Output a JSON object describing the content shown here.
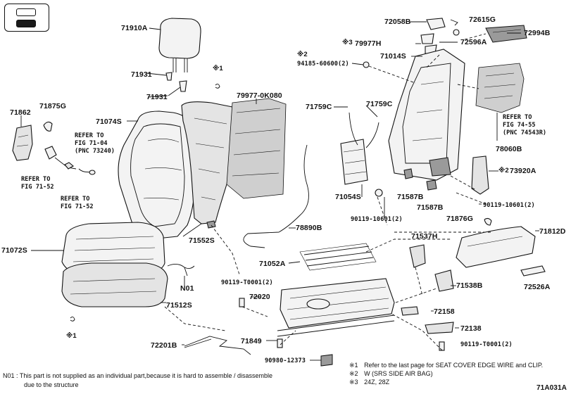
{
  "diagram_code": "71A031A",
  "labels": {
    "p71910A": "71910A",
    "p71931a": "71931",
    "p71931b": "71931",
    "mark1_top": "※1",
    "p71875G": "71875G",
    "p71862": "71862",
    "p71074S": "71074S",
    "p79977_0K080": "79977-0K080",
    "p71552S": "71552S",
    "p71072S": "71072S",
    "pN01": "N01",
    "p71512S": "71512S",
    "mark1_bottom": "※1",
    "p72201B": "72201B",
    "p72058B": "72058B",
    "p72615G": "72615G",
    "p72994B": "72994B",
    "mark3_79977H": "※3",
    "p79977H": "79977H",
    "p72596A": "72596A",
    "mark2_94185": "※2",
    "p94185_60600": "94185-60600(2)",
    "p71014S": "71014S",
    "p71759C_a": "71759C",
    "p71759C_b": "71759C",
    "p78060B": "78060B",
    "mark2_73920A": "※2",
    "p73920A": "73920A",
    "p71054S": "71054S",
    "p71587B_a": "71587B",
    "p71587B_b": "71587B",
    "p90119_10601_a": "90119-10601(2)",
    "p90119_10601_b": "90119-10601(2)",
    "p71876G": "71876G",
    "p71812D": "71812D",
    "p78890B": "78890B",
    "p71537H": "71537H",
    "p71052A": "71052A",
    "p90119_T0001_a": "90119-T0001(2)",
    "p72020": "72020",
    "p71538B": "71538B",
    "p72526A": "72526A",
    "p72158": "72158",
    "p72138": "72138",
    "p90119_T0001_b": "90119-T0001(2)",
    "p71849": "71849",
    "p90980_12373": "90980-12373"
  },
  "refs": {
    "ref_73240": [
      "REFER TO",
      "FIG 71-04",
      "(PNC 73240)"
    ],
    "ref_71_52_a": [
      "REFER TO",
      "FIG 71-52"
    ],
    "ref_71_52_b": [
      "REFER TO",
      "FIG 71-52"
    ],
    "ref_74543R": [
      "REFER TO",
      "FIG 74-55",
      "(PNC 74543R)"
    ]
  },
  "footnotes": {
    "n1_mark": "※1",
    "n1_text": "Refer to the last page for SEAT COVER EDGE WIRE and CLIP.",
    "n2_mark": "※2",
    "n2_text": "W (SRS SIDE AIR BAG)",
    "n3_mark": "※3",
    "n3_text": "24Z, 28Z"
  },
  "n01_note": {
    "line1": "N01 : This part is not supplied as an individual part,because it is hard to assemble / disassemble",
    "line2": "due to the structure"
  }
}
